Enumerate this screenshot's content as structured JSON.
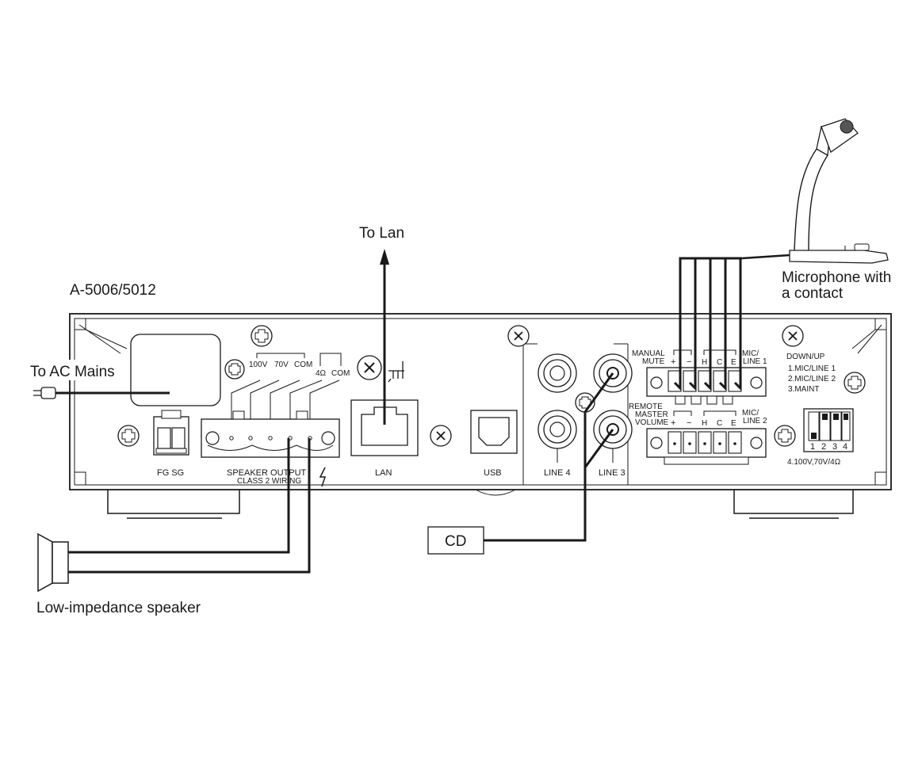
{
  "model": "A-5006/5012",
  "labels": {
    "to_lan": "To Lan",
    "to_ac_mains": "To AC Mains",
    "microphone_line1": "Microphone with",
    "microphone_line2": "a contact",
    "cd": "CD",
    "speaker": "Low-impedance speaker"
  },
  "panel": {
    "fg_sg": "FG SG",
    "speaker_output": "SPEAKER OUTPUT",
    "class2_wiring": "CLASS 2 WIRING",
    "lan": "LAN",
    "usb": "USB",
    "line4": "LINE 4",
    "line3": "LINE 3",
    "taps": {
      "v100": "100V",
      "v70": "70V",
      "com1": "COM",
      "ohm4": "4Ω",
      "com2": "COM"
    },
    "manual": "MANUAL",
    "mute": "MUTE",
    "remote": "REMOTE",
    "master": "MASTER",
    "volume": "VOLUME",
    "mic_line1_a": "MIC/",
    "mic_line1_b": "LINE 1",
    "mic_line2_a": "MIC/",
    "mic_line2_b": "LINE 2",
    "plus": "+",
    "minus": "−",
    "h": "H",
    "c": "C",
    "e": "E",
    "down_up": "DOWN/UP",
    "dip1": "1.MIC/LINE 1",
    "dip2": "2.MIC/LINE 2",
    "dip3": "3.MAINT",
    "dip4": "4.100V,70V/4Ω",
    "dip_nums": [
      "1",
      "2",
      "3",
      "4"
    ]
  }
}
